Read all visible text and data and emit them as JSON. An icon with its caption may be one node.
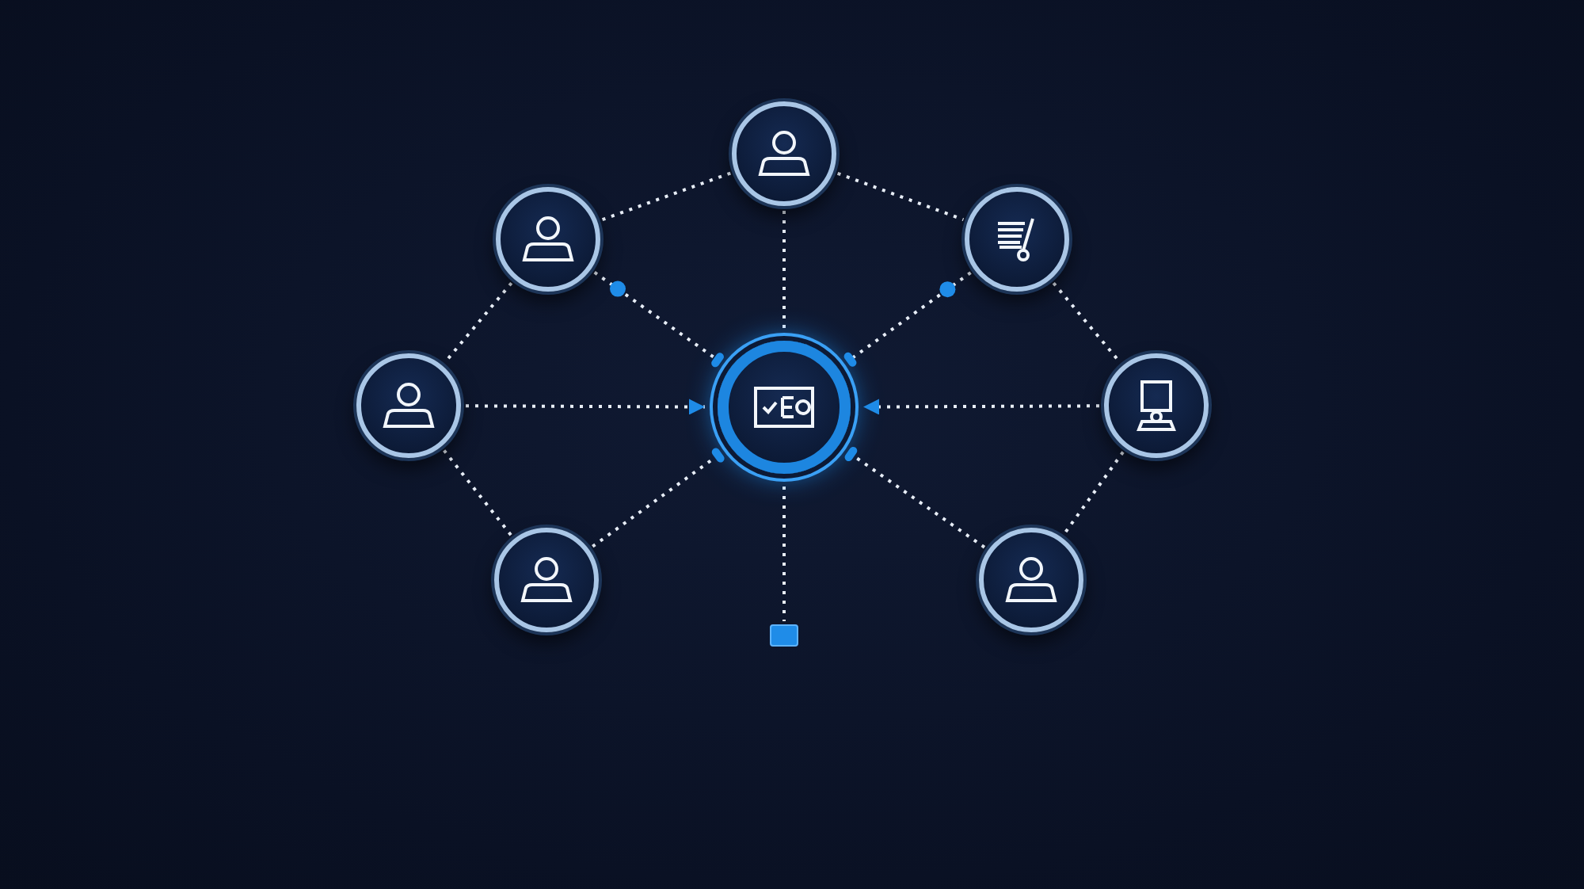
{
  "diagram": {
    "nodes": [
      {
        "text": [],
        "shape": "circle"
      },
      {
        "text": [],
        "shape": "circle"
      },
      {
        "text": [],
        "shape": "circle"
      },
      {
        "text": [],
        "shape": "circle"
      },
      {
        "text": [],
        "shape": "circle"
      },
      {
        "text": [],
        "shape": "circle"
      },
      {
        "text": [],
        "shape": "circle"
      },
      {
        "text": [],
        "shape": "circle"
      },
      {
        "text": [],
        "shape": "box"
      }
    ],
    "edges": [
      {
        "from": 0,
        "to": 1,
        "arrow": "none",
        "style": "dashed"
      },
      {
        "from": 0,
        "to": 2,
        "arrow": "none",
        "style": "dashed"
      },
      {
        "from": 1,
        "to": 3,
        "arrow": "none",
        "style": "dashed"
      },
      {
        "from": 2,
        "to": 5,
        "arrow": "none",
        "style": "dashed"
      },
      {
        "from": 3,
        "to": 6,
        "arrow": "none",
        "style": "dashed"
      },
      {
        "from": 5,
        "to": 7,
        "arrow": "none",
        "style": "dashed"
      },
      {
        "from": 0,
        "to": 4,
        "arrow": "none",
        "style": "dashed"
      },
      {
        "from": 1,
        "to": 4,
        "arrow": "other",
        "style": "dashed"
      },
      {
        "from": 2,
        "to": 4,
        "arrow": "other",
        "style": "dashed"
      },
      {
        "from": 3,
        "to": 4,
        "arrow": "to",
        "style": "dashed"
      },
      {
        "from": 5,
        "to": 4,
        "arrow": "to",
        "style": "dashed"
      },
      {
        "from": 6,
        "to": 4,
        "arrow": "other",
        "style": "dashed"
      },
      {
        "from": 7,
        "to": 4,
        "arrow": "other",
        "style": "dashed"
      },
      {
        "from": 4,
        "to": 8,
        "arrow": "none",
        "style": "dashed"
      }
    ]
  }
}
